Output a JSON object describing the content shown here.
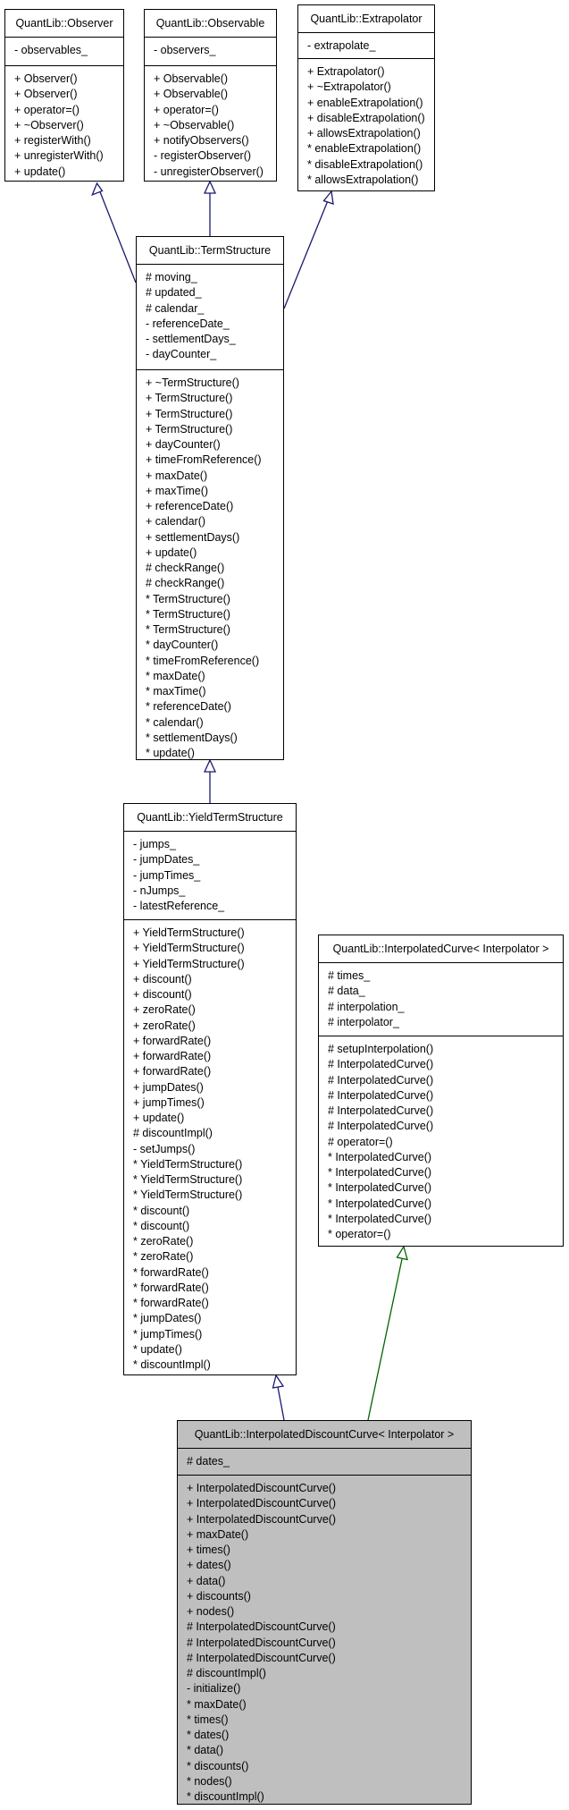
{
  "classes": {
    "observer": {
      "name": "QuantLib::Observer",
      "attributes": [
        "- observables_"
      ],
      "methods": [
        "+ Observer()",
        "+ Observer()",
        "+ operator=()",
        "+ ~Observer()",
        "+ registerWith()",
        "+ unregisterWith()",
        "+ update()"
      ]
    },
    "observable": {
      "name": "QuantLib::Observable",
      "attributes": [
        "- observers_"
      ],
      "methods": [
        "+ Observable()",
        "+ Observable()",
        "+ operator=()",
        "+ ~Observable()",
        "+ notifyObservers()",
        "- registerObserver()",
        "- unregisterObserver()"
      ]
    },
    "extrapolator": {
      "name": "QuantLib::Extrapolator",
      "attributes": [
        "- extrapolate_"
      ],
      "methods": [
        "+ Extrapolator()",
        "+ ~Extrapolator()",
        "+ enableExtrapolation()",
        "+ disableExtrapolation()",
        "+ allowsExtrapolation()",
        "* enableExtrapolation()",
        "* disableExtrapolation()",
        "* allowsExtrapolation()"
      ]
    },
    "termstructure": {
      "name": "QuantLib::TermStructure",
      "attributes": [
        "# moving_",
        "# updated_",
        "# calendar_",
        "- referenceDate_",
        "- settlementDays_",
        "- dayCounter_"
      ],
      "methods": [
        "+ ~TermStructure()",
        "+ TermStructure()",
        "+ TermStructure()",
        "+ TermStructure()",
        "+ dayCounter()",
        "+ timeFromReference()",
        "+ maxDate()",
        "+ maxTime()",
        "+ referenceDate()",
        "+ calendar()",
        "+ settlementDays()",
        "+ update()",
        "# checkRange()",
        "# checkRange()",
        "* TermStructure()",
        "* TermStructure()",
        "* TermStructure()",
        "* dayCounter()",
        "* timeFromReference()",
        "* maxDate()",
        "* maxTime()",
        "* referenceDate()",
        "* calendar()",
        "* settlementDays()",
        "* update()"
      ]
    },
    "yieldtermstructure": {
      "name": "QuantLib::YieldTermStructure",
      "attributes": [
        "- jumps_",
        "- jumpDates_",
        "- jumpTimes_",
        "- nJumps_",
        "- latestReference_"
      ],
      "methods": [
        "+ YieldTermStructure()",
        "+ YieldTermStructure()",
        "+ YieldTermStructure()",
        "+ discount()",
        "+ discount()",
        "+ zeroRate()",
        "+ zeroRate()",
        "+ forwardRate()",
        "+ forwardRate()",
        "+ forwardRate()",
        "+ jumpDates()",
        "+ jumpTimes()",
        "+ update()",
        "# discountImpl()",
        "- setJumps()",
        "* YieldTermStructure()",
        "* YieldTermStructure()",
        "* YieldTermStructure()",
        "* discount()",
        "* discount()",
        "* zeroRate()",
        "* zeroRate()",
        "* forwardRate()",
        "* forwardRate()",
        "* forwardRate()",
        "* jumpDates()",
        "* jumpTimes()",
        "* update()",
        "* discountImpl()"
      ]
    },
    "interpolatedcurve": {
      "name": "QuantLib::InterpolatedCurve< Interpolator >",
      "attributes": [
        "# times_",
        "# data_",
        "# interpolation_",
        "# interpolator_"
      ],
      "methods": [
        "# setupInterpolation()",
        "# InterpolatedCurve()",
        "# InterpolatedCurve()",
        "# InterpolatedCurve()",
        "# InterpolatedCurve()",
        "# InterpolatedCurve()",
        "# operator=()",
        "* InterpolatedCurve()",
        "* InterpolatedCurve()",
        "* InterpolatedCurve()",
        "* InterpolatedCurve()",
        "* InterpolatedCurve()",
        "* operator=()"
      ]
    },
    "interpolateddiscountcurve": {
      "name": "QuantLib::InterpolatedDiscountCurve< Interpolator >",
      "attributes": [
        "# dates_"
      ],
      "methods": [
        "+ InterpolatedDiscountCurve()",
        "+ InterpolatedDiscountCurve()",
        "+ InterpolatedDiscountCurve()",
        "+ maxDate()",
        "+ times()",
        "+ dates()",
        "+ data()",
        "+ discounts()",
        "+ nodes()",
        "# InterpolatedDiscountCurve()",
        "# InterpolatedDiscountCurve()",
        "# InterpolatedDiscountCurve()",
        "# discountImpl()",
        "- initialize()",
        "* maxDate()",
        "* times()",
        "* dates()",
        "* data()",
        "* discounts()",
        "* nodes()",
        "* discountImpl()"
      ]
    }
  },
  "colors": {
    "inheritance_arrow": "#191970",
    "template_arrow": "#006400",
    "highlight_fill": "#bfbfbf"
  }
}
